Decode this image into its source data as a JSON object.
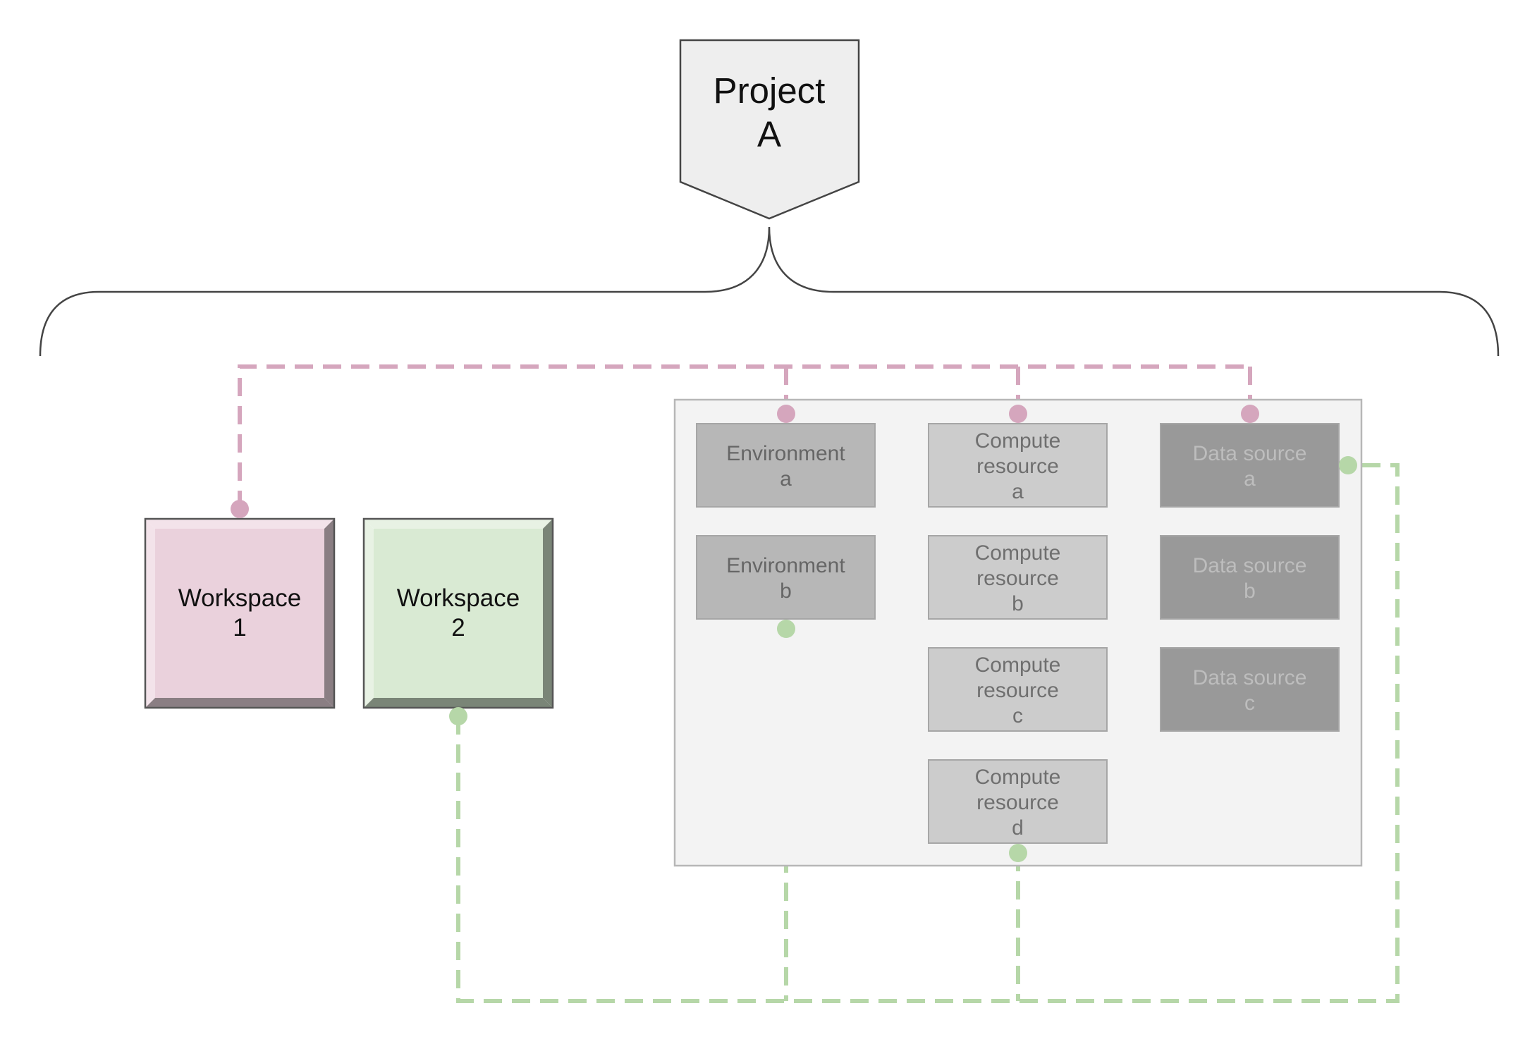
{
  "colors": {
    "background": "#ffffff",
    "project_fill": "#eeeeee",
    "project_stroke": "#444444",
    "brace_stroke": "#444444",
    "workspace1_fill": "#ead1dc",
    "workspace1_bevel_light": "#f3e3ea",
    "workspace1_bevel_dark": "#8a7e83",
    "workspace2_fill": "#d9ead3",
    "workspace2_bevel_light": "#e8f2e4",
    "workspace2_bevel_dark": "#7a8577",
    "panel_fill": "#f3f3f3",
    "panel_stroke": "#b7b7b7",
    "environment_fill": "#b7b7b7",
    "compute_fill": "#cccccc",
    "datasource_fill": "#999999",
    "resource_stroke": "#a6a6a6",
    "resource_text_env": "#666666",
    "resource_text_compute": "#6f6f6f",
    "resource_text_data": "#bdbdbd",
    "pink_link": "#d5a6bd",
    "green_link": "#b6d7a8"
  },
  "project": {
    "line1": "Project",
    "line2": "A"
  },
  "workspaces": [
    {
      "id": "ws1",
      "line1": "Workspace",
      "line2": "1",
      "theme": "pink"
    },
    {
      "id": "ws2",
      "line1": "Workspace",
      "line2": "2",
      "theme": "green"
    }
  ],
  "environments": [
    {
      "id": "env-a",
      "lines": [
        "Environment",
        "a"
      ]
    },
    {
      "id": "env-b",
      "lines": [
        "Environment",
        "b"
      ]
    }
  ],
  "compute_resources": [
    {
      "id": "cr-a",
      "lines": [
        "Compute",
        "resource",
        "a"
      ]
    },
    {
      "id": "cr-b",
      "lines": [
        "Compute",
        "resource",
        "b"
      ]
    },
    {
      "id": "cr-c",
      "lines": [
        "Compute",
        "resource",
        "c"
      ]
    },
    {
      "id": "cr-d",
      "lines": [
        "Compute",
        "resource",
        "d"
      ]
    }
  ],
  "data_sources": [
    {
      "id": "ds-a",
      "lines": [
        "Data source",
        "a"
      ]
    },
    {
      "id": "ds-b",
      "lines": [
        "Data source",
        "b"
      ]
    },
    {
      "id": "ds-c",
      "lines": [
        "Data source",
        "c"
      ]
    }
  ],
  "links": {
    "workspace_1": [
      "env-a",
      "cr-a",
      "ds-a"
    ],
    "workspace_2": [
      "env-b",
      "cr-d",
      "ds-a"
    ]
  }
}
